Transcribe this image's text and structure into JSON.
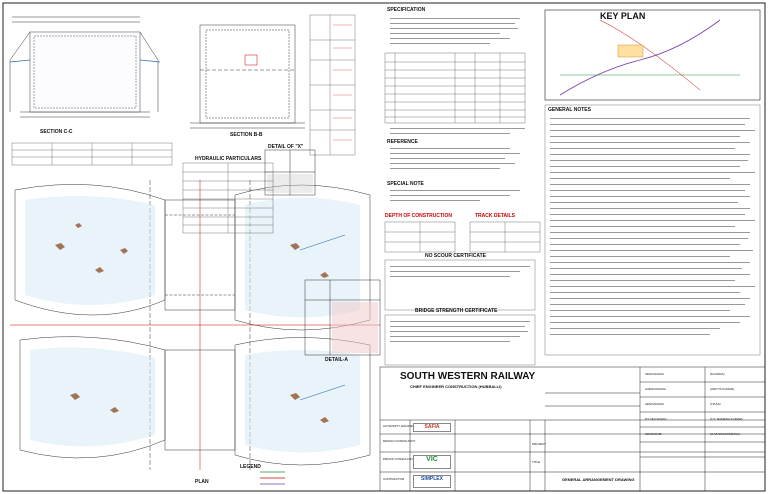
{
  "title_block": {
    "railway": "SOUTH WESTERN RAILWAY",
    "office": "CHIEF ENGINEER CONSTRUCTION (HUBBALLI)",
    "subtitle_a": "",
    "subtitle_b": "",
    "standard_loading": "",
    "title_label": "TITLE",
    "contract_label": "PROJECT",
    "drawing_title": "GENERAL ARRANGEMENT DRAWING",
    "drawing_no": "",
    "author_label": "AUTHORITY ENGINEER",
    "design_label": "DESIGN CONSULTANT",
    "proof_label": "PROOF CONSULTANT",
    "contractor_label": "CONTRACTOR",
    "logos": [
      "SAFIA",
      "VIC",
      "SIMPLEX"
    ],
    "company_1": "",
    "company_2": "",
    "company_3": "",
    "company_4": "",
    "designations": [
      {
        "role": "XEN/CN/GDG",
        "name": "(M.NAIRA)"
      },
      {
        "role": "AXEN/CN/GDG",
        "name": "(ADITYA KUMAR)"
      },
      {
        "role": "AEN/CN/GDG",
        "name": "(TIKAS)"
      },
      {
        "role": "DY.CE/CN/GDG",
        "name": "(T.S. RAMESH KUMAR)"
      },
      {
        "role": "CE/CN/HUB",
        "name": "(G.MURALIKRISHNA)"
      }
    ]
  },
  "key_plan": {
    "title": "KEY PLAN"
  },
  "headings": {
    "specifications": "SPECIFICATION",
    "general_notes": "GENERAL NOTES",
    "reference": "REFERENCE",
    "special_note": "SPECIAL NOTE",
    "hydraulic": "HYDRAULIC PARTICULARS",
    "depth_foundation": "DEPTH OF CONSTRUCTION",
    "track_details": "TRACK DETAILS",
    "no_scour": "NO SCOUR CERTIFICATE",
    "bridge_strength": "BRIDGE STRENGTH CERTIFICATE",
    "section_cc": "SECTION C-C",
    "section_bb": "SECTION B-B",
    "detail_x": "DETAIL OF \"X\"",
    "detail_a": "DETAIL-A",
    "legend": "LEGEND",
    "plan": "PLAN"
  },
  "legend": {
    "items": [
      "",
      "",
      ""
    ]
  }
}
